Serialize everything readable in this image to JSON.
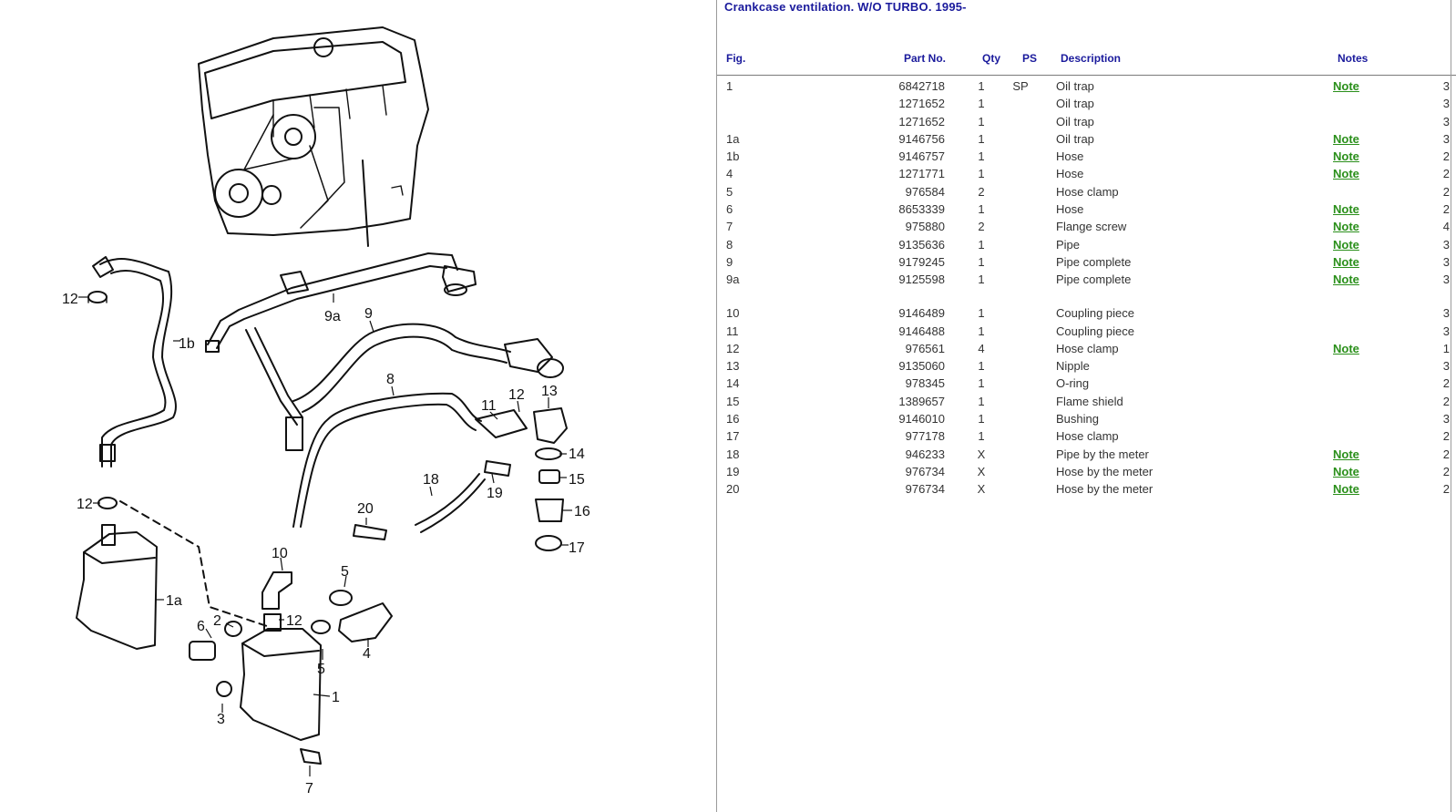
{
  "title": "Crankcase ventilation. W/O TURBO. 1995-",
  "columns": {
    "fig": "Fig.",
    "part_no": "Part No.",
    "qty": "Qty",
    "ps": "PS",
    "description": "Description",
    "notes": "Notes"
  },
  "rows": [
    {
      "fig": "1",
      "part": "6842718",
      "qty": "1",
      "ps": "SP",
      "desc": "Oil trap",
      "note": "Note",
      "extra": "3"
    },
    {
      "fig": "",
      "part": "1271652",
      "qty": "1",
      "ps": "",
      "desc": "Oil trap",
      "note": "",
      "extra": "3"
    },
    {
      "fig": "",
      "part": "1271652",
      "qty": "1",
      "ps": "",
      "desc": "Oil trap",
      "note": "",
      "extra": "3"
    },
    {
      "fig": "1a",
      "part": "9146756",
      "qty": "1",
      "ps": "",
      "desc": "Oil trap",
      "note": "Note",
      "extra": "3"
    },
    {
      "fig": "1b",
      "part": "9146757",
      "qty": "1",
      "ps": "",
      "desc": "Hose",
      "note": "Note",
      "extra": "2"
    },
    {
      "fig": "4",
      "part": "1271771",
      "qty": "1",
      "ps": "",
      "desc": "Hose",
      "note": "Note",
      "extra": "2"
    },
    {
      "fig": "5",
      "part": "976584",
      "qty": "2",
      "ps": "",
      "desc": "Hose clamp",
      "note": "",
      "extra": "2"
    },
    {
      "fig": "6",
      "part": "8653339",
      "qty": "1",
      "ps": "",
      "desc": "Hose",
      "note": "Note",
      "extra": "2"
    },
    {
      "fig": "7",
      "part": "975880",
      "qty": "2",
      "ps": "",
      "desc": "Flange screw",
      "note": "Note",
      "extra": "4"
    },
    {
      "fig": "8",
      "part": "9135636",
      "qty": "1",
      "ps": "",
      "desc": "Pipe",
      "note": "Note",
      "extra": "3"
    },
    {
      "fig": "9",
      "part": "9179245",
      "qty": "1",
      "ps": "",
      "desc": "Pipe complete",
      "note": "Note",
      "extra": "3"
    },
    {
      "fig": "9a",
      "part": "9125598",
      "qty": "1",
      "ps": "",
      "desc": "Pipe complete",
      "note": "Note",
      "extra": "3",
      "tall": true
    },
    {
      "fig": "10",
      "part": "9146489",
      "qty": "1",
      "ps": "",
      "desc": "Coupling piece",
      "note": "",
      "extra": "3"
    },
    {
      "fig": "11",
      "part": "9146488",
      "qty": "1",
      "ps": "",
      "desc": "Coupling piece",
      "note": "",
      "extra": "3"
    },
    {
      "fig": "12",
      "part": "976561",
      "qty": "4",
      "ps": "",
      "desc": "Hose clamp",
      "note": "Note",
      "extra": "1"
    },
    {
      "fig": "13",
      "part": "9135060",
      "qty": "1",
      "ps": "",
      "desc": "Nipple",
      "note": "",
      "extra": "3"
    },
    {
      "fig": "14",
      "part": "978345",
      "qty": "1",
      "ps": "",
      "desc": "O-ring",
      "note": "",
      "extra": "2"
    },
    {
      "fig": "15",
      "part": "1389657",
      "qty": "1",
      "ps": "",
      "desc": "Flame shield",
      "note": "",
      "extra": "2"
    },
    {
      "fig": "16",
      "part": "9146010",
      "qty": "1",
      "ps": "",
      "desc": "Bushing",
      "note": "",
      "extra": "3"
    },
    {
      "fig": "17",
      "part": "977178",
      "qty": "1",
      "ps": "",
      "desc": "Hose clamp",
      "note": "",
      "extra": "2"
    },
    {
      "fig": "18",
      "part": "946233",
      "qty": "X",
      "ps": "",
      "desc": "Pipe by the meter",
      "note": "Note",
      "extra": "2"
    },
    {
      "fig": "19",
      "part": "976734",
      "qty": "X",
      "ps": "",
      "desc": "Hose by the meter",
      "note": "Note",
      "extra": "2"
    },
    {
      "fig": "20",
      "part": "976734",
      "qty": "X",
      "ps": "",
      "desc": "Hose by the meter",
      "note": "Note",
      "extra": "2"
    }
  ],
  "diagram": {
    "labels": {
      "l12a": "12",
      "l1b": "1b",
      "l9a": "9a",
      "l9": "9",
      "l8": "8",
      "l11": "11",
      "l12b": "12",
      "l13": "13",
      "l14": "14",
      "l15": "15",
      "l16": "16",
      "l17": "17",
      "l18": "18",
      "l19": "19",
      "l20": "20",
      "l12c": "12",
      "l10": "10",
      "l5a": "5",
      "l1a": "1a",
      "l6": "6",
      "l2": "2",
      "l12d": "12",
      "l4": "4",
      "l5b": "5",
      "l1": "1",
      "l3": "3",
      "l7": "7"
    }
  }
}
